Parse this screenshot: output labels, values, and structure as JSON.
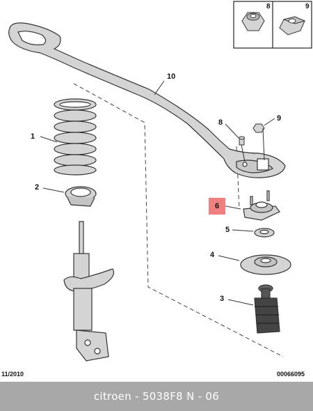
{
  "callouts": {
    "c1": "1",
    "c2": "2",
    "c3": "3",
    "c4": "4",
    "c5": "5",
    "c6": "6",
    "c8": "8",
    "c9": "9",
    "c10": "10",
    "inset8": "8",
    "inset9": "9"
  },
  "date_code": "11/2010",
  "diagram_code": "00066095",
  "footer": {
    "brand": "citroen",
    "part": "5038F8",
    "position": "N - 06",
    "text": "citroen - 5038F8      N - 06"
  },
  "colors": {
    "highlight": "#f08080",
    "footer_bg": "#a8a8a8",
    "part_fill": "#d4d4d4",
    "outline": "#333333"
  }
}
